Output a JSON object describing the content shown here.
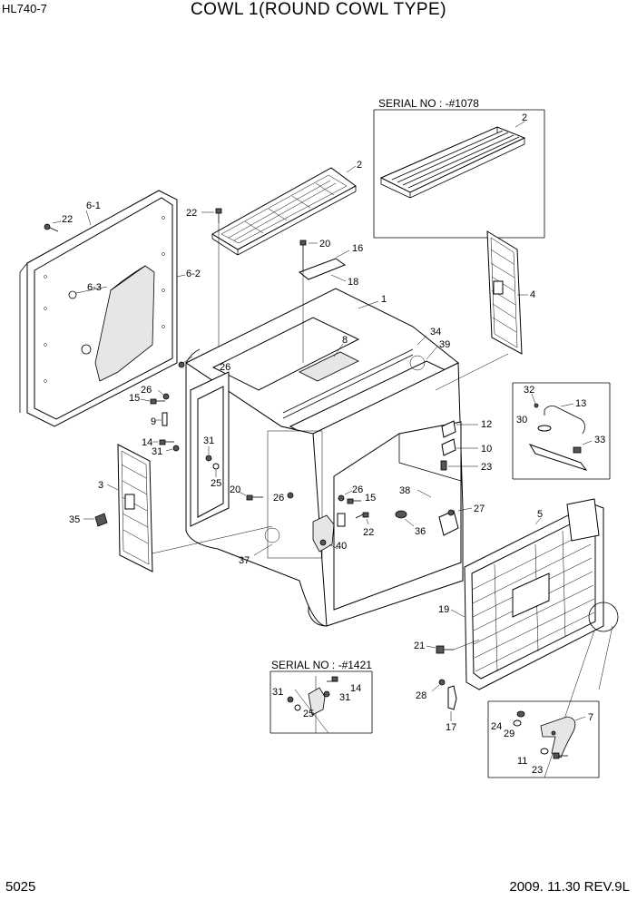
{
  "header": {
    "model": "HL740-7",
    "title": "COWL 1(ROUND COWL TYPE)"
  },
  "footer": {
    "page": "5025",
    "date_rev": "2009. 11.30  REV.9L"
  },
  "insets": {
    "top": {
      "serial": "SERIAL NO : -#1078",
      "callouts": [
        "2"
      ]
    },
    "bottom": {
      "serial": "SERIAL NO : -#1421",
      "callouts": [
        "14",
        "31",
        "31",
        "25"
      ]
    }
  },
  "callouts": {
    "c2a": "2",
    "c22a": "22",
    "c61": "6-1",
    "c22b": "22",
    "c20a": "20",
    "c16": "16",
    "c18": "18",
    "c1": "1",
    "c63": "6-3",
    "c62": "6-2",
    "c34": "34",
    "c39": "39",
    "c4": "4",
    "c8": "8",
    "c26a": "26",
    "c15a": "15",
    "c26b": "26",
    "c9": "9",
    "c14": "14",
    "c31a": "31",
    "c31b": "31",
    "c25": "25",
    "c3": "3",
    "c35": "35",
    "c20b": "20",
    "c26c": "26",
    "c26d": "26",
    "c15b": "15",
    "c22c": "22",
    "c40": "40",
    "c37": "37",
    "c12": "12",
    "c10": "10",
    "c23a": "23",
    "c38": "38",
    "c27": "27",
    "c36": "36",
    "c32": "32",
    "c13": "13",
    "c30": "30",
    "c33": "33",
    "c5": "5",
    "c19": "19",
    "c21": "21",
    "c28": "28",
    "c17": "17",
    "c7": "7",
    "c24": "24",
    "c29": "29",
    "c11": "11",
    "c23b": "23"
  }
}
